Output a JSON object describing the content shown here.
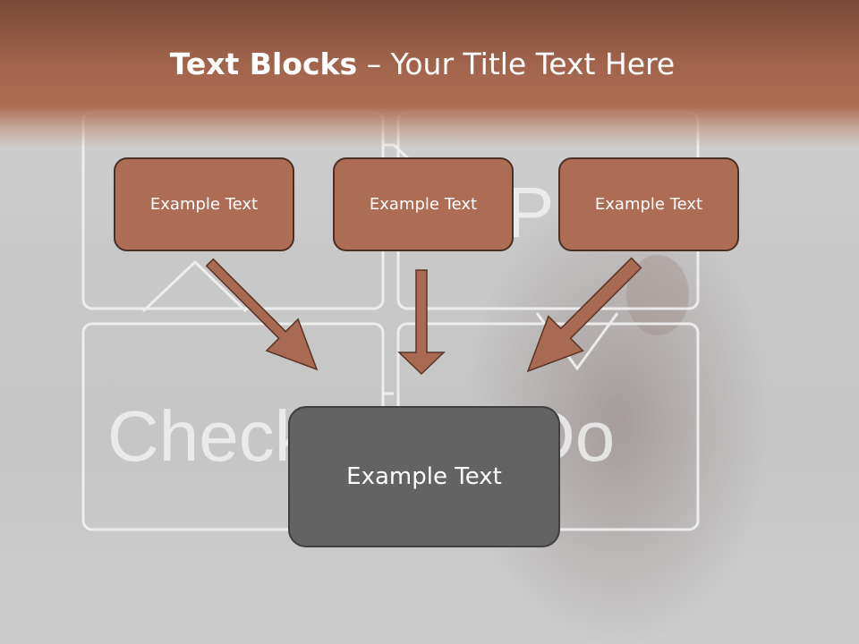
{
  "title": {
    "bold": "Text Blocks",
    "separator": " – ",
    "rest": "Your Title Text Here"
  },
  "blocks": {
    "top_left": "Example Text",
    "top_middle": "Example Text",
    "top_right": "Example Text",
    "bottom": "Example Text"
  },
  "background_words": [
    "Check",
    "Plan",
    "Do"
  ],
  "colors": {
    "header": "#a2654c",
    "block_fill": "#ad6d55",
    "block_border": "#4a2f24",
    "bottom_block_fill": "#636363",
    "arrow_fill": "#a86a53"
  },
  "icons": {
    "arrow": "arrow-down-icon"
  }
}
